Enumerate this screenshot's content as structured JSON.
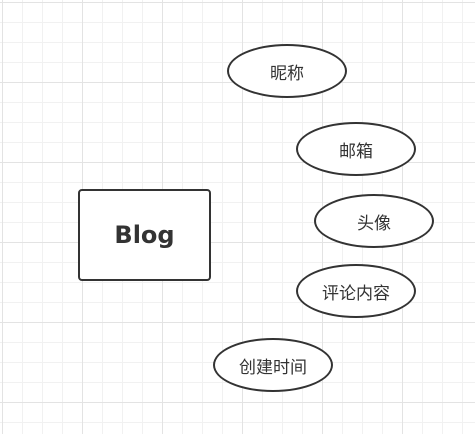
{
  "diagram": {
    "entity": {
      "label": "Blog"
    },
    "attributes": [
      {
        "label": "昵称"
      },
      {
        "label": "邮箱"
      },
      {
        "label": "头像"
      },
      {
        "label": "评论内容"
      },
      {
        "label": "创建时间"
      }
    ]
  },
  "colors": {
    "stroke": "#333333",
    "fill": "#ffffff",
    "grid_major": "#e3e3e3",
    "grid_minor": "#f1f1f1"
  }
}
